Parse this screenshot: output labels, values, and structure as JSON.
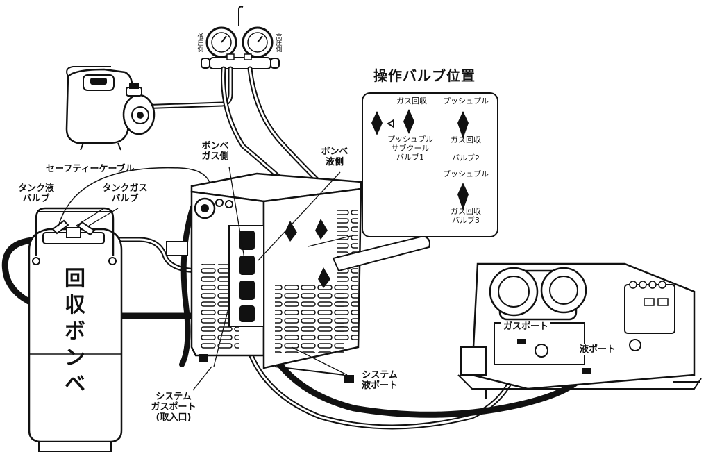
{
  "title": "操作バルブ位置",
  "gauges": {
    "low_pressure": [
      "低",
      "圧",
      "側"
    ],
    "high_pressure": [
      "高",
      "圧",
      "側"
    ]
  },
  "bottle": {
    "characters": [
      "回",
      "収",
      "ボ",
      "ン",
      "ベ"
    ]
  },
  "labels": {
    "safety_cable": "セーフティーケーブル",
    "tank_liquid_valve": [
      "タンク液",
      "バルブ"
    ],
    "tank_gas_valve": [
      "タンクガス",
      "バルブ"
    ],
    "bombe_gas_side": [
      "ボンベ",
      "ガス側"
    ],
    "bombe_liquid_side": [
      "ボンベ",
      "液側"
    ],
    "system_liquid_port": [
      "システム",
      "液ポート"
    ],
    "system_gas_port": [
      "システム",
      "ガスポート",
      "(取入口)"
    ],
    "gas_port": "ガスポート",
    "liquid_port": "液ポート"
  },
  "valve_panel": {
    "valve1_top_label": "ガス回収",
    "valve1_bottom_label": [
      "プッシュプル",
      "サブクール",
      "バルブ1"
    ],
    "valve2_top_label": "プッシュプル",
    "valve2_bottom_label": [
      "ガス回収",
      "",
      "バルブ2"
    ],
    "valve3_top_label": "プッシュプル",
    "valve3_bottom_label": [
      "ガス回収",
      "バルブ3"
    ]
  }
}
